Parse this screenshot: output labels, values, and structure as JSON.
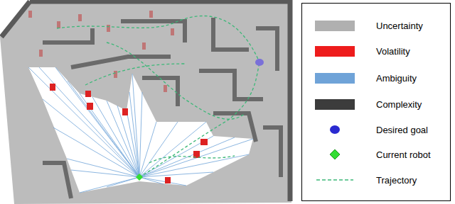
{
  "diagram": {
    "legend": [
      {
        "text": "Uncertainty",
        "color": "#b0b0b0"
      },
      {
        "text": "Volatility",
        "color": "#ee1c1c"
      },
      {
        "text": "Ambiguity",
        "color": "#6fa3d8"
      },
      {
        "text": "Complexity",
        "color": "#3c3c3c"
      },
      {
        "text": "Desired goal"
      },
      {
        "text": "Current robot"
      },
      {
        "text": "Trajectory"
      }
    ]
  }
}
